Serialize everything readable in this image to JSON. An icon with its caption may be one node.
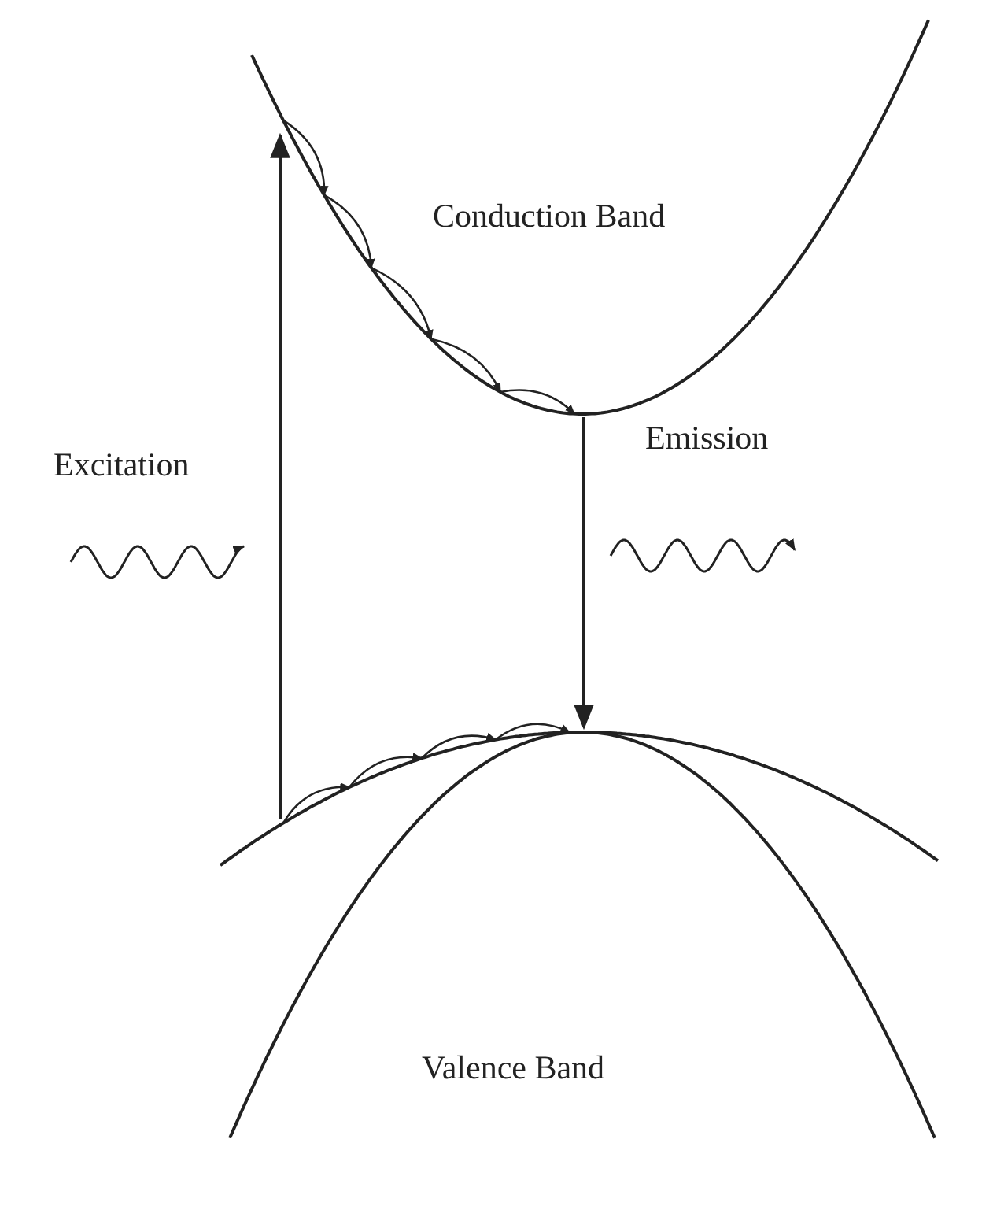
{
  "diagram": {
    "labels": [
      "Conduction Band",
      "Excitation",
      "Emission",
      "Valence Band"
    ]
  }
}
